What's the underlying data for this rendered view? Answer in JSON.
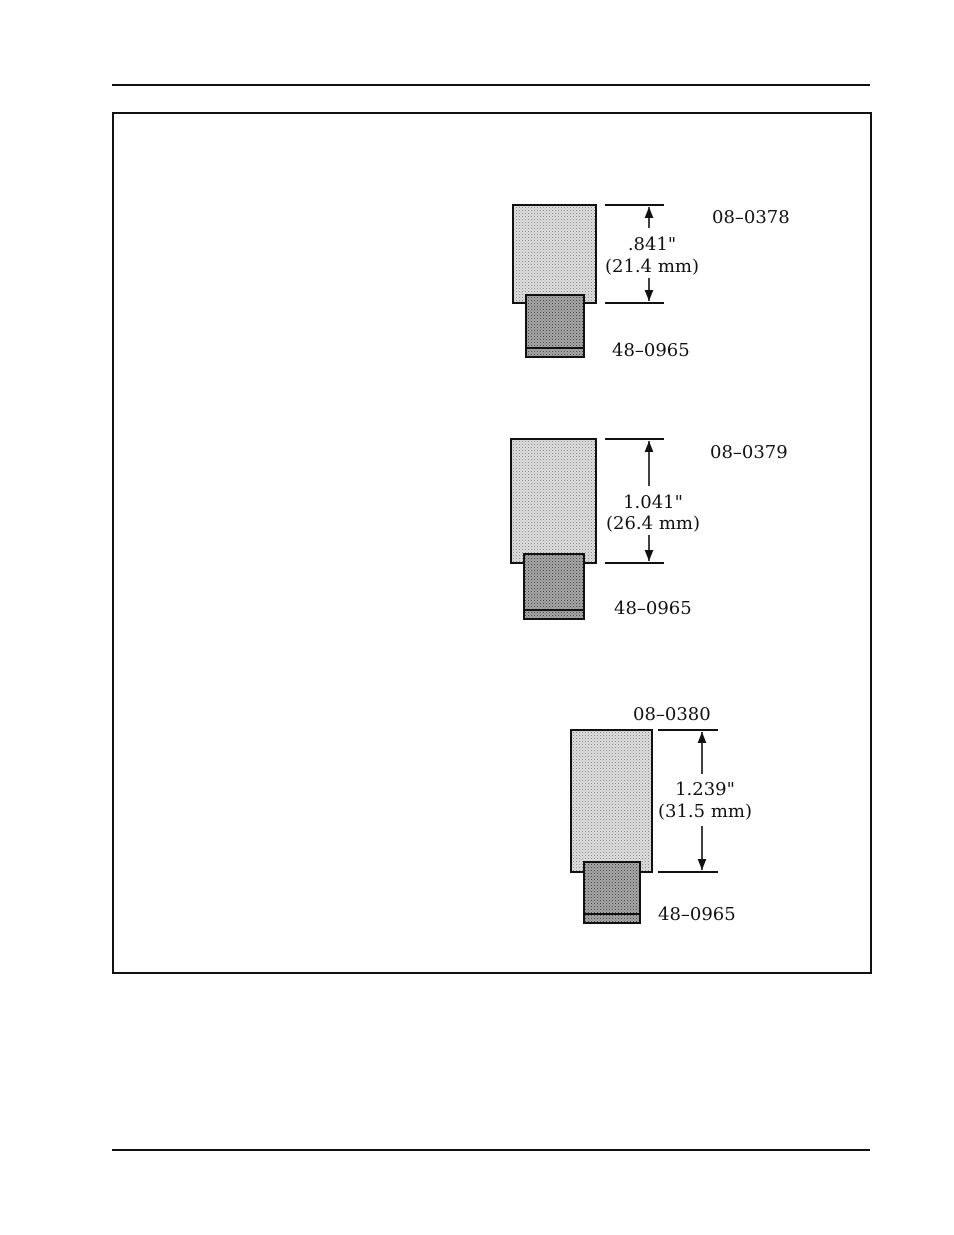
{
  "colors": {
    "line": "#111111",
    "body_fill": "#d6d6d6",
    "base_fill": "#9a9a9a"
  },
  "assemblies": [
    {
      "part_number": "08–0378",
      "dimension_in": ".841\"",
      "dimension_mm": "(21.4 mm)",
      "base_part_number": "48–0965"
    },
    {
      "part_number": "08–0379",
      "dimension_in": "1.041\"",
      "dimension_mm": "(26.4 mm)",
      "base_part_number": "48–0965"
    },
    {
      "part_number": "08–0380",
      "dimension_in": "1.239\"",
      "dimension_mm": "(31.5 mm)",
      "base_part_number": "48–0965"
    }
  ]
}
